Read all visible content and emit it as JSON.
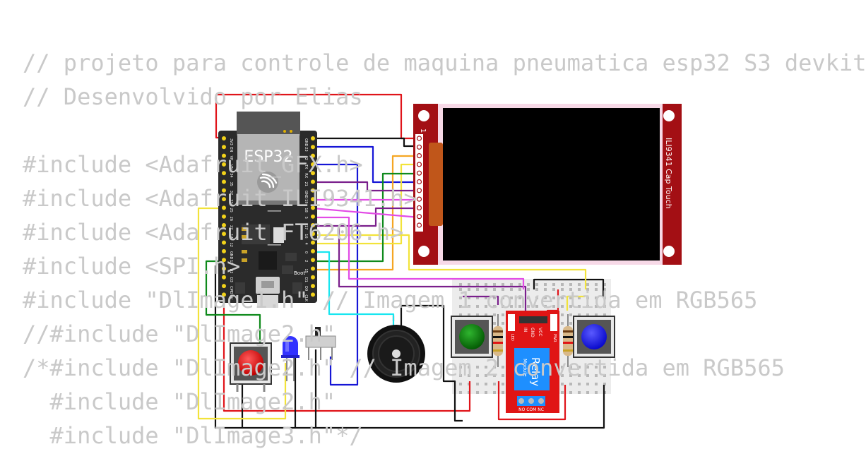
{
  "code_lines": [
    "// projeto para controle de maquina pneumatica esp32 S3 devkit",
    "// Desenvolvido por Elias",
    "",
    "#include <Adafruit_GFX.h>",
    "#include <Adafruit_ILI9341.h>",
    "#include <Adafruit_FT6206.h>",
    "#include <SPI.h>",
    "#include \"DlImage1.h\" // Imagem 1 convertida em RGB565",
    "//#include \"DlImage2.h\"",
    "/*#include \"DlImage2.h\" // Imagem 2 convertida em RGB565",
    "  #include \"DlImage2.h\"",
    "  #include \"DlImage3.h\"*/"
  ],
  "esp32": {
    "label": "ESP32",
    "boot_label": "Boot",
    "en_label": "EN",
    "pin_left": [
      "3V3",
      "EN",
      "VP",
      "VN",
      "34",
      "35",
      "32",
      "33",
      "25",
      "26",
      "27",
      "14",
      "12",
      "GND",
      "13",
      "D2",
      "D3",
      "CMD",
      "5V"
    ],
    "pin_right": [
      "GND",
      "23",
      "22",
      "TX",
      "RX",
      "21",
      "GND",
      "19",
      "18",
      "5",
      "17",
      "16",
      "4",
      "0",
      "2",
      "15",
      "D1",
      "D0",
      "CLK"
    ]
  },
  "display": {
    "label": "ILI9341 Cap Touch",
    "pin_one": "1"
  },
  "relay": {
    "title": "Relay",
    "subtitle": "Module",
    "pin_vcc": "VCC",
    "pin_gnd": "GND",
    "pin_in": "IN",
    "led_pwr": "PWR",
    "led_led": "LED",
    "terminals": "NO COM NC"
  },
  "colors": {
    "wire_red": "#e0141a",
    "wire_black": "#111111",
    "wire_blue": "#1616d6",
    "wire_yellow": "#f2e33a",
    "wire_orange": "#f5a623",
    "wire_green": "#0f8a1c",
    "wire_purple": "#7a1f8c",
    "wire_magenta": "#e24ce6",
    "wire_cyan": "#18e6f0",
    "pcb_dark": "#2b2b2b",
    "display_red": "#a30f14",
    "relay_red": "#e01515",
    "button_red": "#e01010",
    "button_green": "#0a8a0a",
    "button_blue": "#1414ee",
    "led_blue": "#3333ff"
  },
  "icons": [
    "espressif-logo-icon"
  ]
}
